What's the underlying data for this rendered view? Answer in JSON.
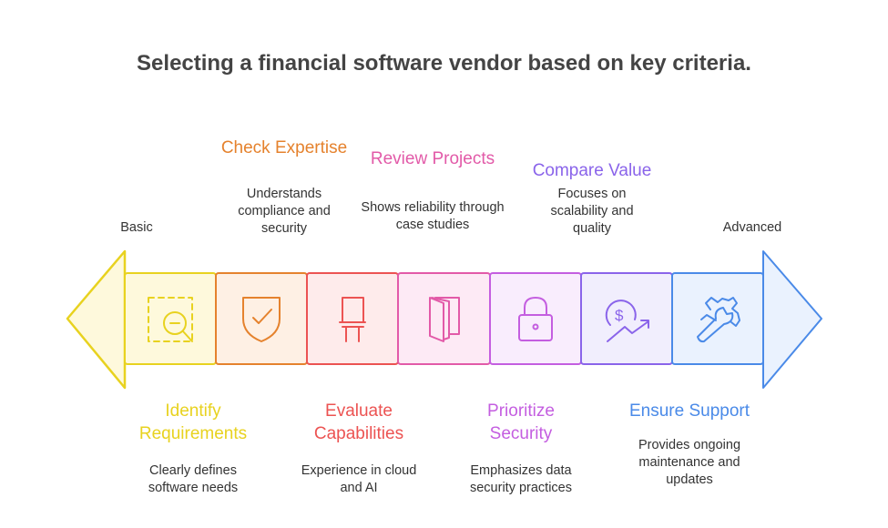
{
  "title": "Selecting a financial software vendor based on key criteria.",
  "scale": {
    "start": "Basic",
    "end": "Advanced"
  },
  "steps": [
    {
      "title": "Identify Requirements",
      "desc": "Clearly defines software needs",
      "color": "#e8d21f",
      "fill": "#fef9dc",
      "icon": "search-selection-icon"
    },
    {
      "title": "Check Expertise",
      "desc": "Understands compliance and security",
      "color": "#e5822d",
      "fill": "#fef0e4",
      "icon": "shield-check-icon"
    },
    {
      "title": "Evaluate Capabilities",
      "desc": "Experience in cloud and AI",
      "color": "#ec5352",
      "fill": "#feebeb",
      "icon": "capacitor-icon"
    },
    {
      "title": "Review Projects",
      "desc": "Shows reliability through case studies",
      "color": "#e25aa8",
      "fill": "#fdeaf5",
      "icon": "book-icon"
    },
    {
      "title": "Prioritize Security",
      "desc": "Emphasizes data security practices",
      "color": "#c45ee0",
      "fill": "#f9edfd",
      "icon": "lock-icon"
    },
    {
      "title": "Compare Value",
      "desc": "Focuses on scalability and quality",
      "color": "#8a64ea",
      "fill": "#f1eefd",
      "icon": "dollar-growth-icon"
    },
    {
      "title": "Ensure Support",
      "desc": "Provides ongoing maintenance and updates",
      "color": "#4a8ae8",
      "fill": "#eaf2fe",
      "icon": "gear-wrench-icon"
    }
  ]
}
